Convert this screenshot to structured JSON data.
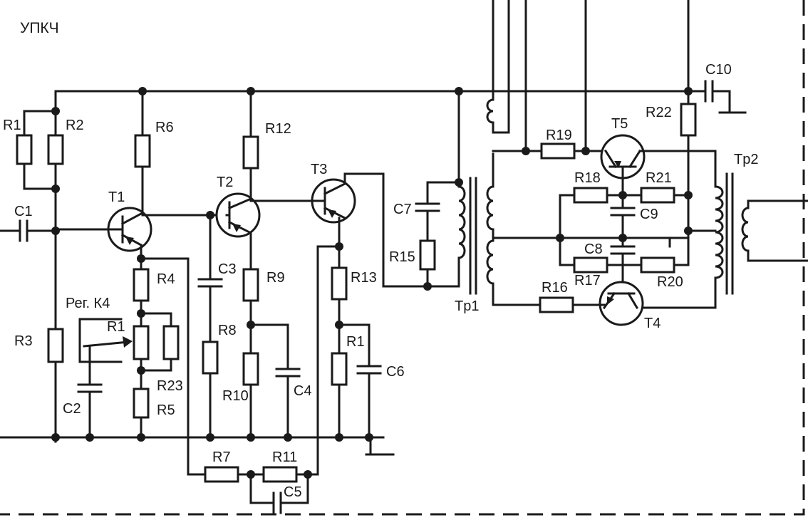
{
  "title": "УПКЧ",
  "colors": {
    "ink": "#1a1a1a",
    "background": "#ffffff"
  },
  "labels": {
    "R1a": "R1",
    "R2": "R2",
    "R3": "R3",
    "R4": "R4",
    "R1b": "R1",
    "R5": "R5",
    "R6": "R6",
    "R7": "R7",
    "R8": "R8",
    "R9": "R9",
    "R10": "R10",
    "R11": "R11",
    "R12": "R12",
    "R13": "R13",
    "R1c": "R1",
    "R15": "R15",
    "R16": "R16",
    "R17": "R17",
    "R18": "R18",
    "R19": "R19",
    "R20": "R20",
    "R21": "R21",
    "R22": "R22",
    "R23": "R23",
    "C1": "C1",
    "C2": "C2",
    "C3": "C3",
    "C4": "C4",
    "C5": "C5",
    "C6": "C6",
    "C7": "C7",
    "C8": "C8",
    "C9": "C9",
    "C10": "C10",
    "T1": "T1",
    "T2": "T2",
    "T3": "T3",
    "T4": "T4",
    "T5": "T5",
    "Tp1": "Tp1",
    "Tp2": "Tp2",
    "regK4": "Рег. К4"
  }
}
